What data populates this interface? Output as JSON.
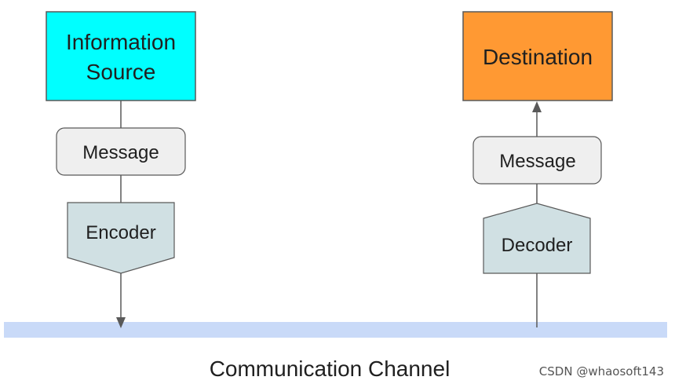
{
  "colors": {
    "source_fill": "#00ffff",
    "destination_fill": "#ff9933",
    "message_fill": "#efefef",
    "coder_fill": "#d0e0e3",
    "channel_fill": "#c9daf8",
    "line": "#595959",
    "border": "#595959"
  },
  "nodes": {
    "source_line1": "Information",
    "source_line2": "Source",
    "message_left": "Message",
    "encoder": "Encoder",
    "destination": "Destination",
    "message_right": "Message",
    "decoder": "Decoder"
  },
  "channel": {
    "label": "Communication Channel"
  },
  "watermark": "CSDN @whaosoft143"
}
